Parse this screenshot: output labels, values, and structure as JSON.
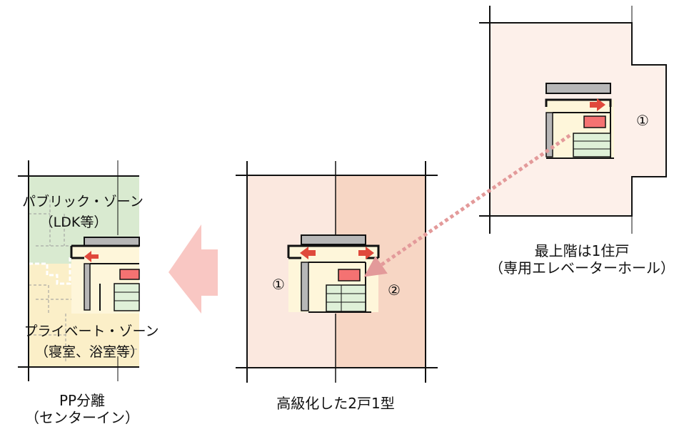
{
  "diagrams": {
    "left": {
      "zone_public_line1": "パブリック・ゾーン",
      "zone_public_line2": "（LDK等）",
      "zone_private_line1": "プライベート・ゾーン",
      "zone_private_line2": "（寝室、浴室等）",
      "caption_line1": "PP分離",
      "caption_line2": "（センターイン）"
    },
    "middle": {
      "unit_1": "①",
      "unit_2": "②",
      "caption": "高級化した2戸1型"
    },
    "right": {
      "unit_1": "①",
      "caption_line1": "最上階は1住戸",
      "caption_line2": "（専用エレベーターホール）"
    }
  },
  "colors": {
    "public_zone": "#d9ead0",
    "private_zone": "#fbefc8",
    "unit_fill_light": "#fbe8df",
    "unit_fill_dark": "#f7d6c4",
    "unit_fill_top": "#fdf0ea",
    "core_fill": "#fef6da",
    "arrow_red": "#e0493c",
    "big_arrow": "#f9c7c3",
    "dotted_arrow": "#e39a9a",
    "elevator": "#f47272",
    "stairs": "#dff0d8",
    "wall": "#b7b7b7"
  }
}
